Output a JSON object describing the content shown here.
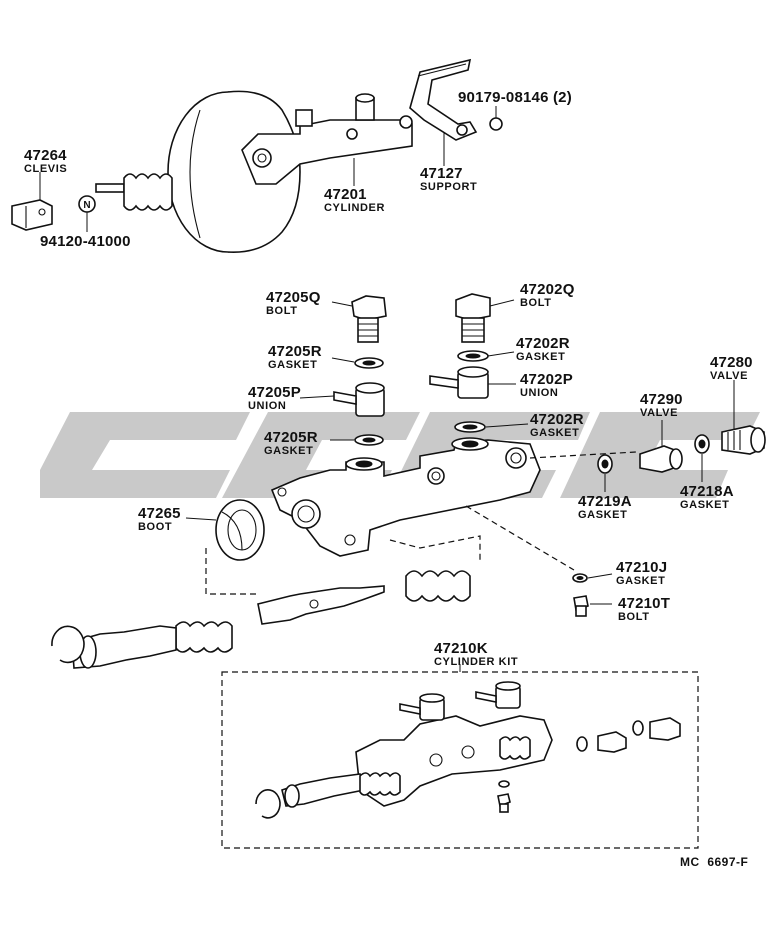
{
  "diagram": {
    "code": "MC  6697-F",
    "callouts": [
      {
        "id": "c-47264",
        "part": "47264",
        "name": "CLEVIS"
      },
      {
        "id": "c-94120",
        "part": "94120-41000",
        "name": ""
      },
      {
        "id": "c-47201",
        "part": "47201",
        "name": "CYLINDER"
      },
      {
        "id": "c-47127",
        "part": "47127",
        "name": "SUPPORT"
      },
      {
        "id": "c-90179",
        "part": "90179-08146 (2)",
        "name": ""
      },
      {
        "id": "c-47205Q",
        "part": "47205Q",
        "name": "BOLT"
      },
      {
        "id": "c-47202Q",
        "part": "47202Q",
        "name": "BOLT"
      },
      {
        "id": "c-47205R1",
        "part": "47205R",
        "name": "GASKET"
      },
      {
        "id": "c-47202R1",
        "part": "47202R",
        "name": "GASKET"
      },
      {
        "id": "c-47205P",
        "part": "47205P",
        "name": "UNION"
      },
      {
        "id": "c-47202P",
        "part": "47202P",
        "name": "UNION"
      },
      {
        "id": "c-47280",
        "part": "47280",
        "name": "VALVE"
      },
      {
        "id": "c-47290",
        "part": "47290",
        "name": "VALVE"
      },
      {
        "id": "c-47202R2",
        "part": "47202R",
        "name": "GASKET"
      },
      {
        "id": "c-47205R2",
        "part": "47205R",
        "name": "GASKET"
      },
      {
        "id": "c-47219A",
        "part": "47219A",
        "name": "GASKET"
      },
      {
        "id": "c-47218A",
        "part": "47218A",
        "name": "GASKET"
      },
      {
        "id": "c-47265",
        "part": "47265",
        "name": "BOOT"
      },
      {
        "id": "c-47210J",
        "part": "47210J",
        "name": "GASKET"
      },
      {
        "id": "c-47210T",
        "part": "47210T",
        "name": "BOLT"
      },
      {
        "id": "c-47210K",
        "part": "47210K",
        "name": "CYLINDER KIT"
      }
    ],
    "n_marker": "N"
  }
}
